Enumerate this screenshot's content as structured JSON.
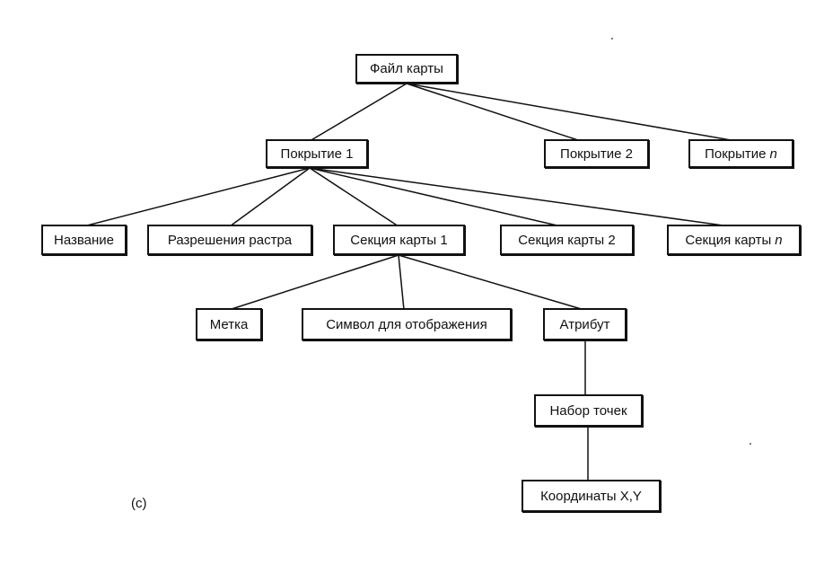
{
  "diagram": {
    "nodes": {
      "map_file": {
        "label": "Файл карты"
      },
      "coverage_1": {
        "label": "Покрытие 1"
      },
      "coverage_2": {
        "label": "Покрытие 2"
      },
      "coverage_n": {
        "label": "Покрытие",
        "suffix": "n"
      },
      "name": {
        "label": "Название"
      },
      "raster_resolution": {
        "label": "Разрешения растра"
      },
      "map_section_1": {
        "label": "Секция карты 1"
      },
      "map_section_2": {
        "label": "Секция карты 2"
      },
      "map_section_n": {
        "label": "Секция карты",
        "suffix": "n"
      },
      "label_mark": {
        "label": "Метка"
      },
      "display_symbol": {
        "label": "Символ для отображения"
      },
      "attribute": {
        "label": "Атрибут"
      },
      "point_set": {
        "label": "Набор точек"
      },
      "coordinates": {
        "label": "Координаты X,Y"
      }
    },
    "edges": [
      [
        "map_file",
        "coverage_1"
      ],
      [
        "map_file",
        "coverage_2"
      ],
      [
        "map_file",
        "coverage_n"
      ],
      [
        "coverage_1",
        "name"
      ],
      [
        "coverage_1",
        "raster_resolution"
      ],
      [
        "coverage_1",
        "map_section_1"
      ],
      [
        "coverage_1",
        "map_section_2"
      ],
      [
        "coverage_1",
        "map_section_n"
      ],
      [
        "map_section_1",
        "label_mark"
      ],
      [
        "map_section_1",
        "display_symbol"
      ],
      [
        "map_section_1",
        "attribute"
      ],
      [
        "attribute",
        "point_set"
      ],
      [
        "point_set",
        "coordinates"
      ]
    ],
    "caption": "(c)"
  }
}
